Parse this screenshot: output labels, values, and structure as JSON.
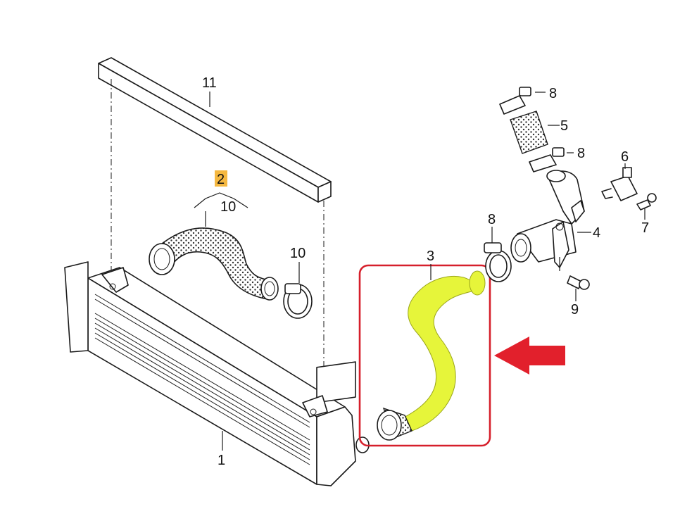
{
  "colors": {
    "highlight_hose": "#e6f53a",
    "highlight_box": "#d61f2b",
    "arrow": "#e2202c",
    "label_highlight": "#f5b840",
    "line": "#1a1a1a"
  },
  "labels": {
    "p1": "1",
    "p2": "2",
    "p2_sub": "10",
    "p3": "3",
    "p4": "4",
    "p5": "5",
    "p6": "6",
    "p7": "7",
    "p8a": "8",
    "p8b": "8",
    "p8c": "8",
    "p9": "9",
    "p10": "10",
    "p11": "11"
  },
  "highlighted_part": "3",
  "icons": [
    "arrow-left-icon"
  ]
}
